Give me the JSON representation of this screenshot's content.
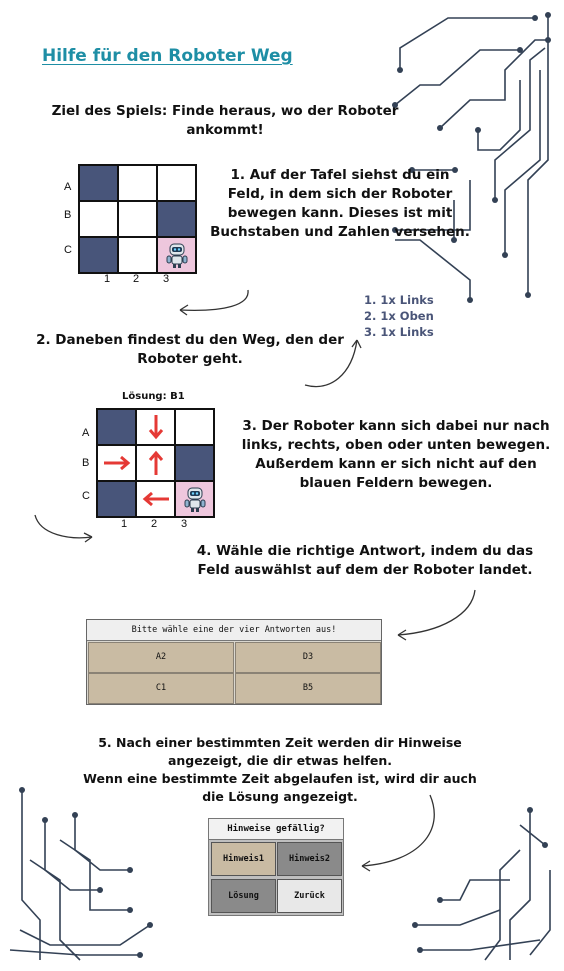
{
  "title": "Hilfe für den Roboter Weg",
  "goal": "Ziel des Spiels: Finde heraus, wo der Roboter ankommt!",
  "steps": {
    "s1": "1. Auf der Tafel siehst du ein Feld, in dem sich der Roboter bewegen kann. Dieses ist mit Buchstaben und Zahlen versehen.",
    "s2": "2. Daneben findest du den Weg, den der Roboter geht.",
    "s3": "3. Der Roboter kann sich dabei nur nach links, rechts, oben oder unten bewegen. Außerdem kann er sich nicht auf den blauen Feldern bewegen.",
    "s4": "4. Wähle die richtige Antwort, indem du das Feld auswählst auf dem der Roboter landet.",
    "s5_line1": "5. Nach einer bestimmten Zeit werden dir Hinweise angezeigt, die dir etwas helfen.",
    "s5_line2": "Wenn eine bestimmte Zeit abgelaufen ist, wird dir auch die Lösung angezeigt."
  },
  "grid": {
    "rows": [
      "A",
      "B",
      "C"
    ],
    "cols": [
      "1",
      "2",
      "3"
    ]
  },
  "commands": [
    "1.  1x Links",
    "2.  1x Oben",
    "3.  1x Links"
  ],
  "solution_label": "Lösung: B1",
  "answer_panel": {
    "header": "Bitte wähle eine der vier Antworten aus!",
    "answers": [
      "A2",
      "D3",
      "C1",
      "B5"
    ]
  },
  "hint_panel": {
    "header": "Hinweise gefällig?",
    "hint1": "Hinweis1",
    "hint2": "Hinweis2",
    "solution": "Lösung",
    "back": "Zurück"
  },
  "colors": {
    "title": "#1e8ea5",
    "blue_cell": "#48557a",
    "robot_cell": "#eec7dd",
    "answer_bg": "#c9bba3",
    "arrow": "#e53935"
  }
}
